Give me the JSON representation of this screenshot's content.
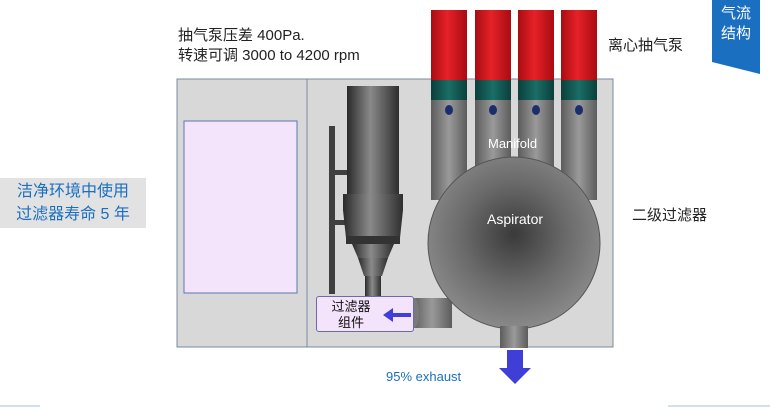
{
  "spec_line1": "抽气泵压差 400Pa.",
  "spec_line2": "转速可调 3000 to 4200 rpm",
  "centrifugal_pump_label": "离心抽气泵",
  "corner_tag": [
    "气流",
    "结构"
  ],
  "clean_env_note": [
    "洁净环境中使用",
    "过滤器寿命 5 年"
  ],
  "secondary_filter_label": "二级过滤器",
  "manifold_label": "Manifold",
  "aspirator_label": "Aspirator",
  "filter_assembly_label": [
    "过滤器",
    "组件"
  ],
  "exhaust_label": "95% exhaust",
  "colors": {
    "accent_blue": "#1a6fc0",
    "pump_red": "#d01820",
    "pump_teal": "#0f5a55",
    "housing_grey": "#d8d8d8",
    "filter_panel": "#f3e3fb",
    "exhaust_arrow": "#3f3fd8"
  }
}
